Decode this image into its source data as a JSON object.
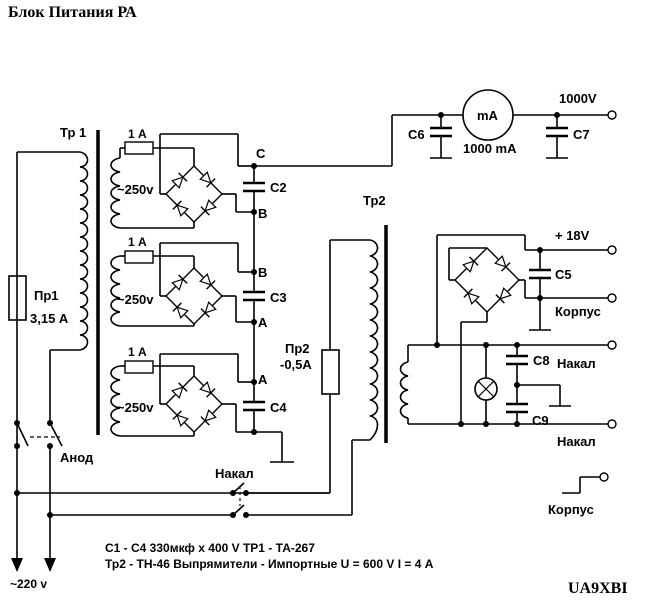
{
  "title": "Блок Питания РА",
  "signature": "UA9XBI",
  "labels": {
    "tr1": "Тр 1",
    "tr2": "Тр2",
    "fuse1_a": "Пр1",
    "fuse1_b": "3,15 А",
    "fuse2_a": "Пр2",
    "fuse2_b": "-0,5А",
    "anod": "Анод",
    "nakal_switch": "Накал",
    "mains": "~220 v",
    "fuse_1a": "1 А",
    "v250": "~250v",
    "C2": "С2",
    "C3": "С3",
    "C4": "С4",
    "C5": "С5",
    "C6": "С6",
    "C7": "С7",
    "C8": "С8",
    "C9": "С9",
    "node_C": "С",
    "node_B": "В",
    "node_A": "А",
    "meter": "mA",
    "meter_range": "1000 mA",
    "out_1000v": "1000V",
    "out_18v": "+ 18V",
    "korpus": "Корпус",
    "nakal": "Накал"
  },
  "notes": {
    "line1": "С1 - С4  330мкф х 400 V   ТР1 - ТА-267",
    "line2": "Тр2 - ТН-46   Выпрямители - Импортные U = 600 V  I = 4 А"
  }
}
